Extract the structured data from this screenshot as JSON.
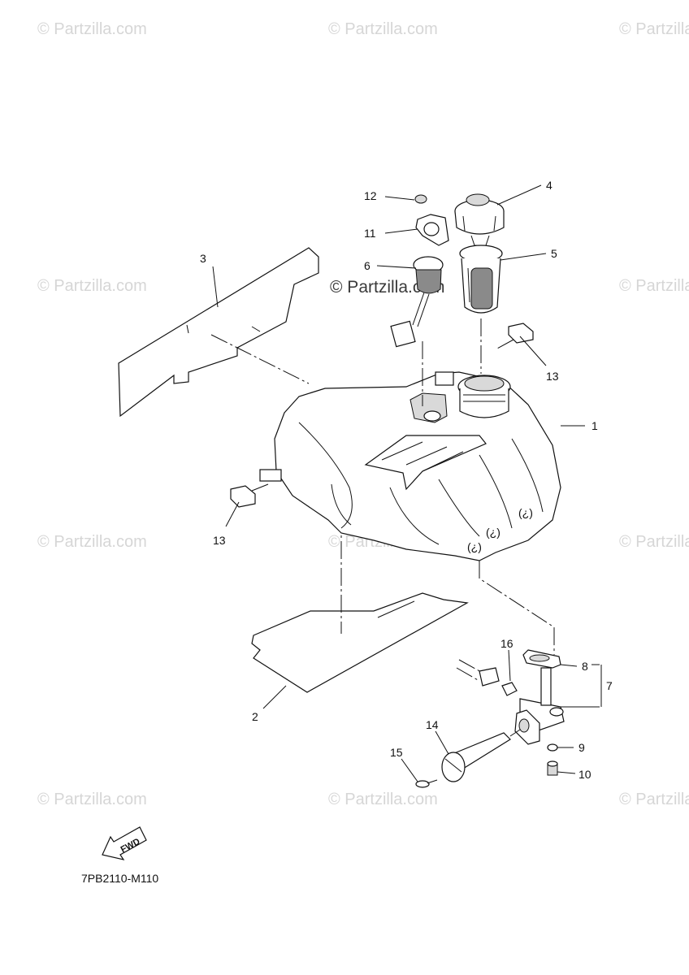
{
  "watermark": {
    "text": "© Partzilla.com",
    "center_text": "© Partzilla.com"
  },
  "diagram_code": "7PB2110-M110",
  "fwd_label": "FWD",
  "parts": [
    {
      "id": "1",
      "label": "1"
    },
    {
      "id": "2",
      "label": "2"
    },
    {
      "id": "3",
      "label": "3"
    },
    {
      "id": "4",
      "label": "4"
    },
    {
      "id": "5",
      "label": "5"
    },
    {
      "id": "6",
      "label": "6"
    },
    {
      "id": "7",
      "label": "7"
    },
    {
      "id": "8",
      "label": "8"
    },
    {
      "id": "9",
      "label": "9"
    },
    {
      "id": "10",
      "label": "10"
    },
    {
      "id": "11",
      "label": "11"
    },
    {
      "id": "12",
      "label": "12"
    },
    {
      "id": "13a",
      "label": "13"
    },
    {
      "id": "13b",
      "label": "13"
    },
    {
      "id": "14",
      "label": "14"
    },
    {
      "id": "15",
      "label": "15"
    },
    {
      "id": "16",
      "label": "16"
    }
  ]
}
